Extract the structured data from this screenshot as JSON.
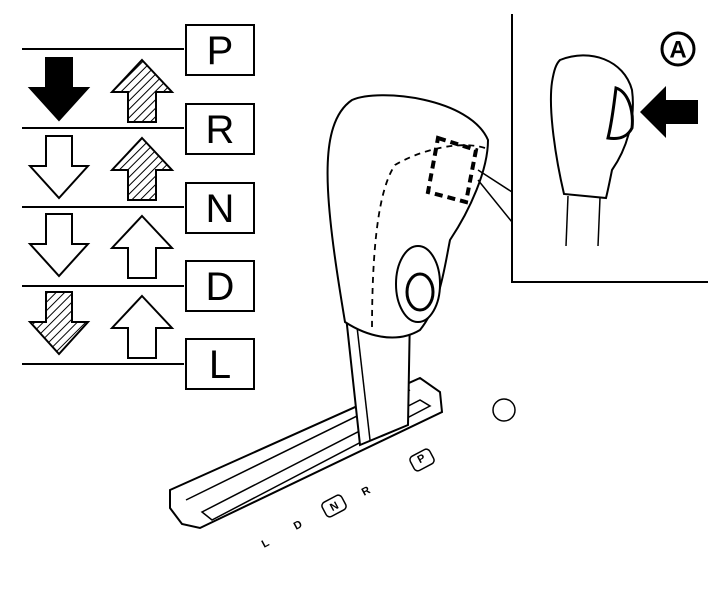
{
  "gear_positions": [
    "P",
    "R",
    "N",
    "D",
    "L"
  ],
  "gate_labels": {
    "p": "P",
    "r": "R",
    "n": "N",
    "d": "D",
    "l": "L"
  },
  "callout_label": "A",
  "arrows": [
    {
      "row": "P-R",
      "down": "solid",
      "up": "hatched"
    },
    {
      "row": "R-N",
      "down": "outline",
      "up": "hatched"
    },
    {
      "row": "N-D",
      "down": "outline",
      "up": "outline"
    },
    {
      "row": "D-L",
      "down": "hatched",
      "up": "outline"
    }
  ]
}
